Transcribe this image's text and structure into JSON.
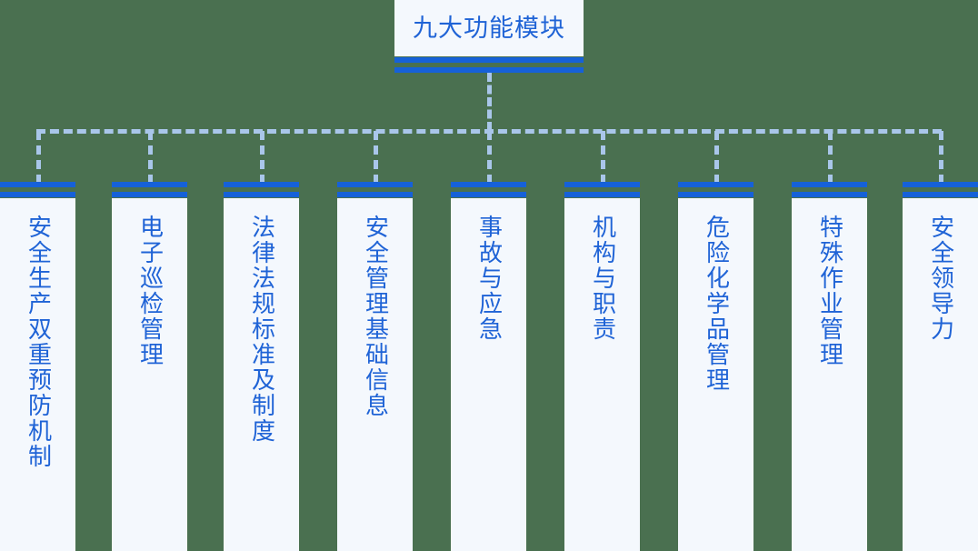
{
  "diagram": {
    "type": "org-chart",
    "title": "九大功能模块",
    "background_color": "#4a7050",
    "accent_color": "#1661d8",
    "text_color": "#1f63d6",
    "node_fill_color": "#f4f8fd",
    "connector_color": "#a9c6ea",
    "root": {
      "label": "九大功能模块"
    },
    "modules": [
      {
        "index": 1,
        "label": "安全生产双重预防机制"
      },
      {
        "index": 2,
        "label": "电子巡检管理"
      },
      {
        "index": 3,
        "label": "法律法规标准及制度"
      },
      {
        "index": 4,
        "label": "安全管理基础信息"
      },
      {
        "index": 5,
        "label": "事故与应急"
      },
      {
        "index": 6,
        "label": "机构与职责"
      },
      {
        "index": 7,
        "label": "危险化学品管理"
      },
      {
        "index": 8,
        "label": "特殊作业管理"
      },
      {
        "index": 9,
        "label": "安全领导力"
      }
    ]
  }
}
